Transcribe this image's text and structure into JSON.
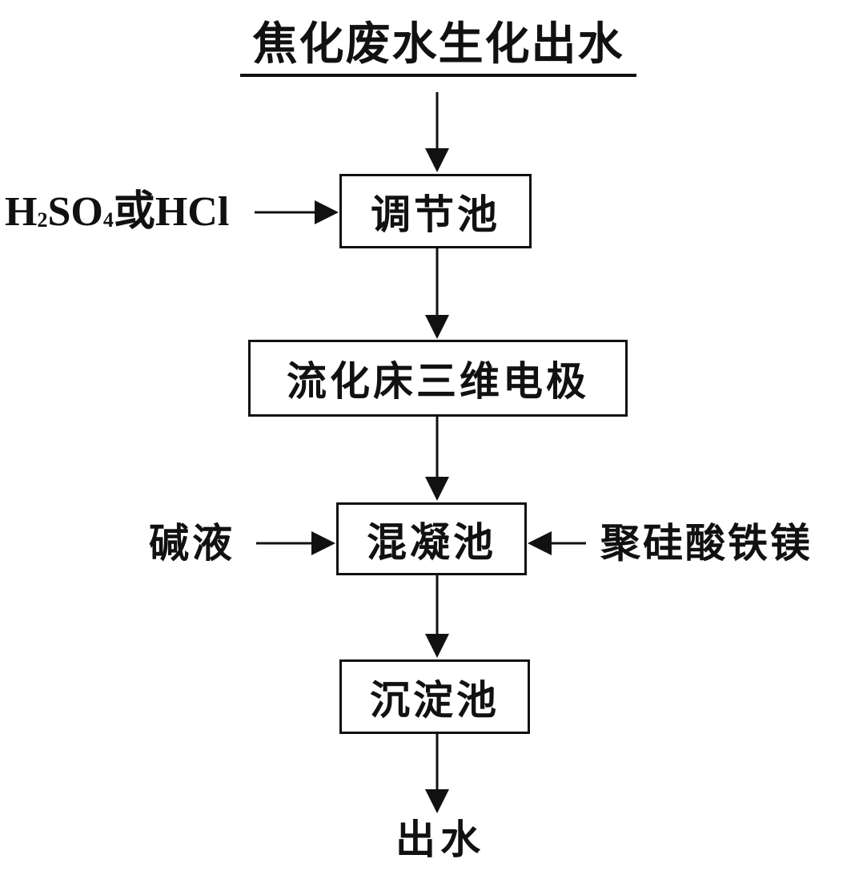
{
  "title": "焦化废水生化出水",
  "nodes": {
    "regulating_tank": "调节池",
    "electrode": "流化床三维电极",
    "coagulation_tank": "混凝池",
    "sedimentation_tank": "沉淀池",
    "outlet": "出水"
  },
  "inputs": {
    "acid_prefix_h": "H",
    "acid_sub_2": "2",
    "acid_so": "SO",
    "acid_sub_4": "4",
    "acid_or_hcl": "或HCl",
    "alkali": "碱液",
    "coagulant": "聚硅酸铁镁"
  }
}
